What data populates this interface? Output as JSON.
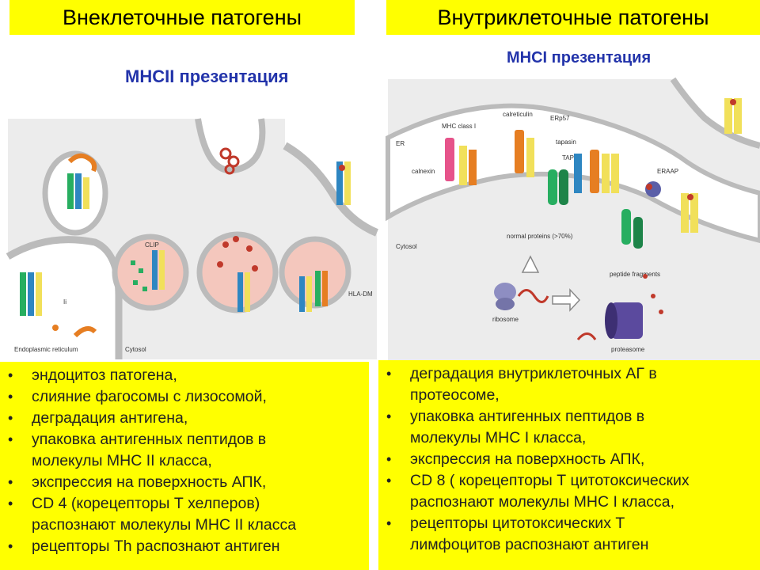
{
  "titles": {
    "left": "Внеклеточные патогены",
    "right": "Внутриклеточные патогены"
  },
  "left_figure": {
    "heading": "MHCII презентация",
    "labels": {
      "clip": "CLIP",
      "ii": "Ii",
      "hla_dm": "HLA-DM",
      "er": "Endoplasmic reticulum",
      "cytosol": "Cytosol"
    }
  },
  "right_figure": {
    "heading": "MHCI презентация",
    "labels": {
      "er": "ER",
      "mhc_class": "MHC class I",
      "calreticulin": "calreticulin",
      "erp57": "ERp57",
      "tapasin": "tapasin",
      "tap": "TAP",
      "calnexin": "calnexin",
      "eraap": "ERAAP",
      "normal_proteins": "normal proteins (>70%)",
      "cytosol": "Cytosol",
      "ribosome": "ribosome",
      "peptide_fragments": "peptide fragments",
      "proteasome": "proteasome"
    }
  },
  "left_bullets": [
    "эндоцитоз патогена,",
    "слияние фагосомы  с лизосомой,",
    "деградация антигена,",
    "упаковка антигенных пептидов в",
    "молекулы МНС II класса,",
    "экспрессия на поверхность АПК,",
    "CD 4 (корецепторы Т хелперов)",
    "распознают молекулы МНС II класса",
    "рецепторы Th распознают антиген"
  ],
  "right_bullets": [
    "деградация внутриклеточных АГ в",
    "протеосоме,",
    "упаковка антигенных пептидов в",
    "молекулы МНС I класса,",
    "экспрессия на поверхность АПК,",
    "CD 8 ( корецепторы Т цитотоксических",
    "распознают молекулы МНС I класса,",
    "рецепторы цитотоксических Т",
    "лимфоцитов распознают антиген"
  ],
  "colors": {
    "title_bg": "#ffff00",
    "text_bg": "#ffff00",
    "heading_color": "#2233aa",
    "vesicle_fill": "#f4c7bd",
    "membrane_fill": "#e6e6e6"
  }
}
